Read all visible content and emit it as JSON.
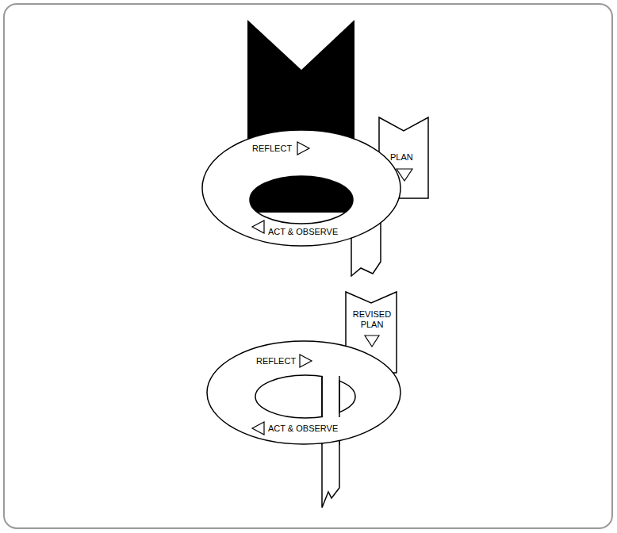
{
  "diagram": {
    "labels": [
      "REFLECT",
      "PLAN",
      "ACT & OBSERVE",
      "REVISED PLAN",
      "REFLECT",
      "ACT & OBSERVE"
    ]
  }
}
